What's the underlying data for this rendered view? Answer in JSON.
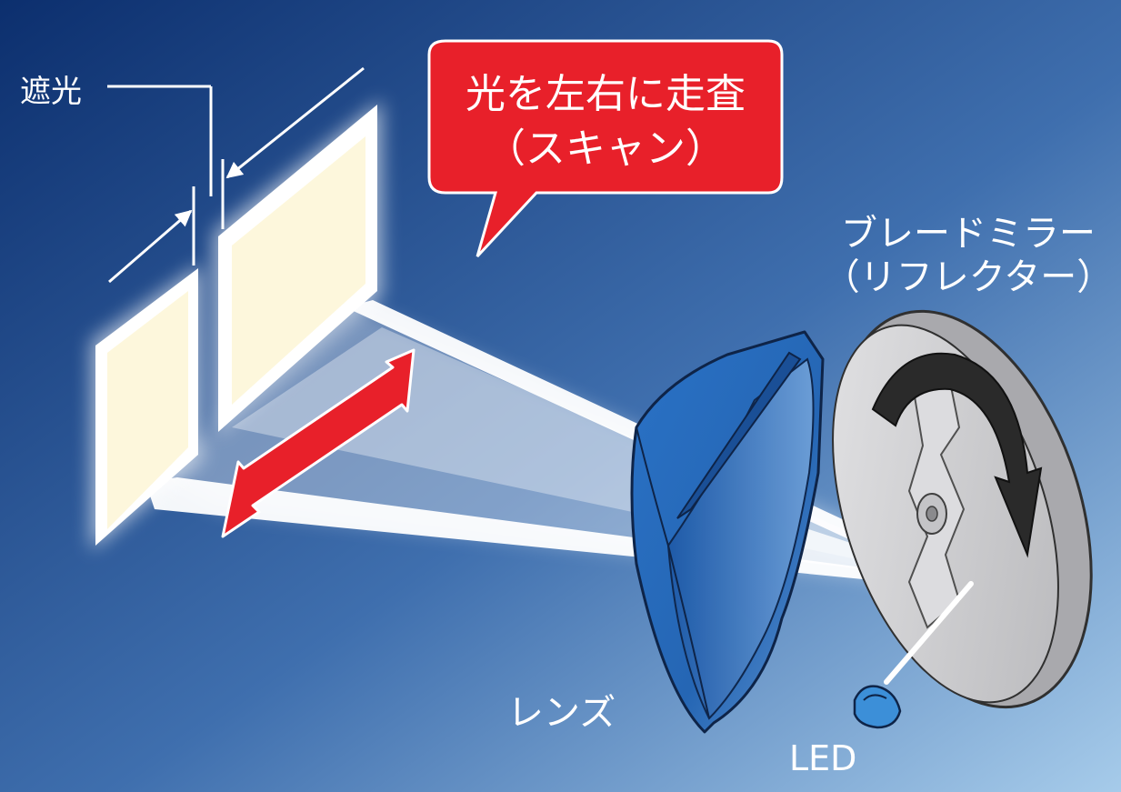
{
  "labels": {
    "shading": "遮光",
    "scan_line1": "光を左右に走査",
    "scan_line2": "（スキャン）",
    "mirror_line1": "ブレードミラー",
    "mirror_line2": "（リフレクター）",
    "lens": "レンズ",
    "led": "LED"
  },
  "colors": {
    "background_dark": "#0c2f6e",
    "background_light": "#9cc4e6",
    "callout_red": "#e8202a",
    "lens_blue": "#2a6fc0",
    "mirror_gray": "#cfcfd2",
    "light_panel": "#fdf7dc"
  }
}
